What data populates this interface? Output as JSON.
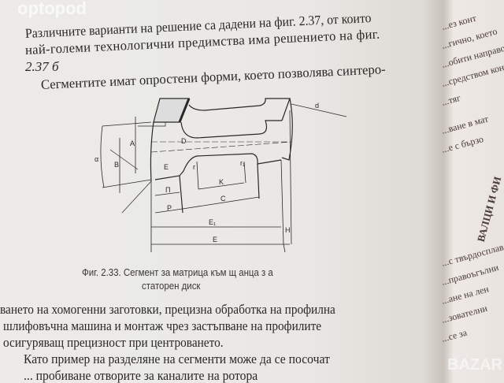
{
  "watermark_top": "optopod",
  "watermark_bottom": "BAZAR",
  "paragraph1": [
    "Различните варианти на решение са дадени на фиг. 2.37, от които",
    "най-големи технологични предимства има решението на фиг.",
    "2.37 б",
    "Сегментите имат опростени форми, което позволява синтеро-"
  ],
  "figure": {
    "labels": [
      "d",
      "D",
      "A",
      "B",
      "α",
      "E",
      "r",
      "r₁",
      "K",
      "П",
      "C",
      "P",
      "E₁",
      "E",
      "H"
    ],
    "caption_line1": "Фиг. 2.33.  Сегмент за матрица към щ анца з а",
    "caption_line2": "статорен диск"
  },
  "paragraph2": [
    "ването на хомогенни заготовки, прецизна обработка на профилна",
    "шлифовъчна машина и монтаж чрез застъпване на профилите",
    "осигуряващ прецизност при центроването.",
    "Като пример на разделяне на сегменти може да се посочат",
    "... пробиване отворите за каналите на ротора"
  ],
  "right_page_fragments": [
    "...ез конт",
    "...гично, което",
    "...обити направо",
    "...средством конт",
    "...ване в мат",
    "...е с бързо",
    "...с твърдосплав",
    "...правоъгълни",
    "...ане на лен",
    "...зователни",
    "...се за",
    "ВАЛЦИ И ФИ",
    "...тяг"
  ]
}
